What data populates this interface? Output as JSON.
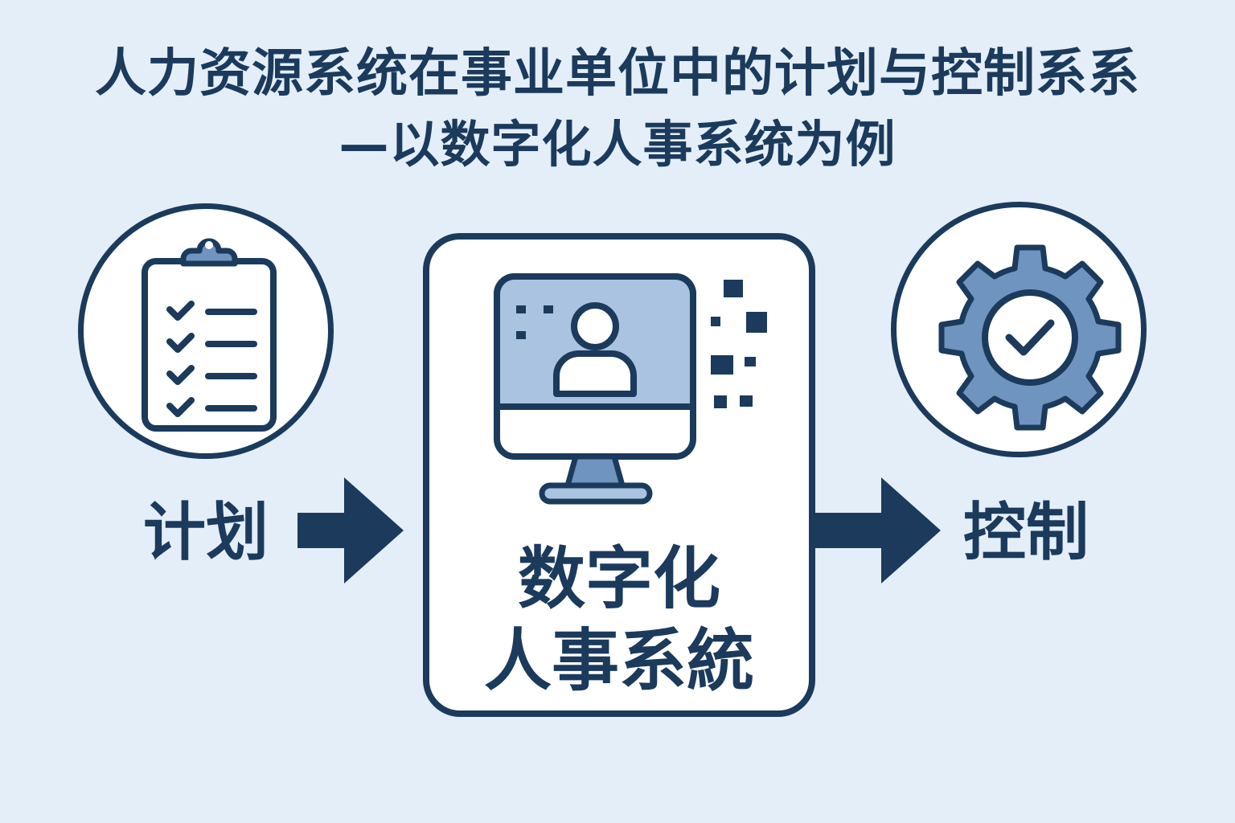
{
  "title": {
    "line1": "人力资源系统在事业单位中的计划与控制系系",
    "line2": "—以数字化人事系统为例"
  },
  "left_node": {
    "label": "计划",
    "icon": "clipboard-checklist-icon"
  },
  "center_node": {
    "label_line1": "数字化",
    "label_line2": "人事系統",
    "icon": "monitor-user-icon"
  },
  "right_node": {
    "label": "控制",
    "icon": "gear-check-icon"
  },
  "colors": {
    "background": "#e3eef8",
    "dark_navy": "#1b3a5c",
    "accent_blue": "#6f94bf",
    "light_blue": "#a9c3e0",
    "white": "#ffffff"
  }
}
